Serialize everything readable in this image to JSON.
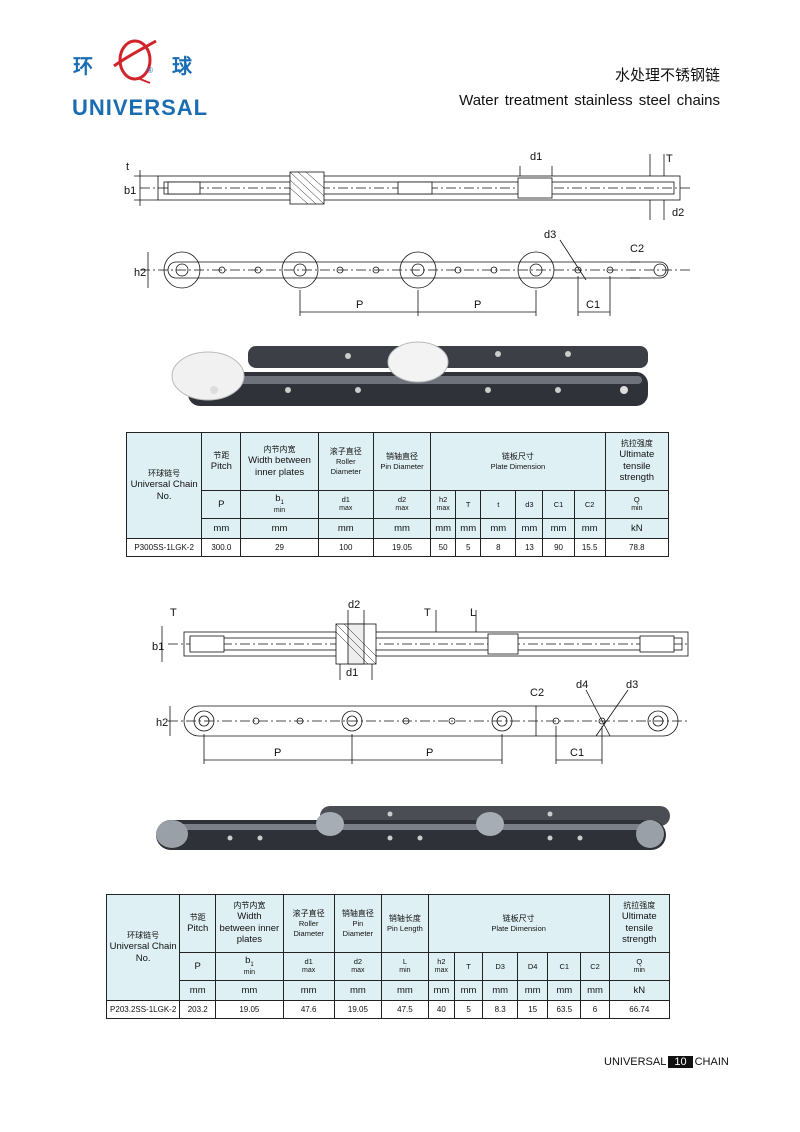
{
  "logo": {
    "cn_left": "环",
    "cn_right": "球",
    "en": "UNIVERSAL",
    "mark": "®"
  },
  "title": {
    "cn": "水处理不锈钢链",
    "en": "Water treatment stainless steel chains"
  },
  "drawing1": {
    "labels": {
      "t": "t",
      "b1": "b1",
      "d1": "d1",
      "T": "T",
      "d2": "d2",
      "d3": "d3",
      "C2": "C2",
      "h2": "h2",
      "P1": "P",
      "P2": "P",
      "C1": "C1"
    }
  },
  "table1": {
    "header": {
      "model_cn": "环球链号",
      "model_en": "Universal Chain No.",
      "pitch_cn": "节距",
      "pitch_en": "Pitch",
      "width_cn": "内节内宽",
      "width_en": "Width between inner plates",
      "roller_cn": "滚子直径",
      "roller_en": "Roller Diameter",
      "pin_cn": "销轴直径",
      "pin_en": "Pin Diameter",
      "plate_cn": "链板尺寸",
      "plate_en": "Plate Dimension",
      "strength_cn": "抗拉强度",
      "strength_en": "Ultimate tensile strength"
    },
    "symbols": {
      "P": "P",
      "b1": "b",
      "b1_sub": "1",
      "b1_note": "min",
      "d1": "d1",
      "d1_note": "max",
      "d2": "d2",
      "d2_note": "max",
      "h2": "h2",
      "h2_note": "max",
      "T": "T",
      "t": "t",
      "d3": "d3",
      "C1": "C1",
      "C2": "C2",
      "Q": "Q",
      "Q_note": "min"
    },
    "units": [
      "mm",
      "mm",
      "mm",
      "mm",
      "mm",
      "mm",
      "mm",
      "mm",
      "mm",
      "mm",
      "kN"
    ],
    "row": [
      "P300SS-1LGK-2",
      "300.0",
      "29",
      "100",
      "19.05",
      "50",
      "5",
      "8",
      "13",
      "90",
      "15.5",
      "78.8"
    ]
  },
  "drawing2": {
    "labels": {
      "d2": "d2",
      "T1": "T",
      "b1": "b1",
      "T2": "T",
      "L": "L",
      "d1": "d1",
      "C2": "C2",
      "d4": "d4",
      "d3": "d3",
      "h2": "h2",
      "P1": "P",
      "P2": "P",
      "C1": "C1"
    }
  },
  "table2": {
    "header": {
      "model_cn": "环球链号",
      "model_en": "Universal Chain No.",
      "pitch_cn": "节距",
      "pitch_en": "Pitch",
      "width_cn": "内节内宽",
      "width_en": "Width between inner plates",
      "roller_cn": "滚子直径",
      "roller_en": "Roller Diameter",
      "pin_cn": "销轴直径",
      "pin_en": "Pin Diameter",
      "pinlen_cn": "销轴长度",
      "pinlen_en": "Pin Length",
      "plate_cn": "链板尺寸",
      "plate_en": "Plate Dimension",
      "strength_cn": "抗拉强度",
      "strength_en": "Ultimate tensile strength"
    },
    "symbols": {
      "P": "P",
      "b1": "b",
      "b1_sub": "1",
      "b1_note": "min",
      "d1": "d1",
      "d1_note": "max",
      "d2": "d2",
      "d2_note": "max",
      "L": "L",
      "L_note": "min",
      "h2": "h2",
      "h2_note": "max",
      "T": "T",
      "D3": "D3",
      "D4": "D4",
      "C1": "C1",
      "C2": "C2",
      "Q": "Q",
      "Q_note": "min"
    },
    "units": [
      "mm",
      "mm",
      "mm",
      "mm",
      "mm",
      "mm",
      "mm",
      "mm",
      "mm",
      "mm",
      "mm",
      "kN"
    ],
    "row": [
      "P203.2SS-1LGK-2",
      "203.2",
      "19.05",
      "47.6",
      "19.05",
      "47.5",
      "40",
      "5",
      "8.3",
      "15",
      "63.5",
      "6",
      "66.74"
    ]
  },
  "footer": {
    "left": "UNIVERSAL",
    "page": "10",
    "right": "CHAIN"
  },
  "colors": {
    "brand_blue": "#1b6db3",
    "brand_red": "#d2232a",
    "table_header": "#dff0f4"
  }
}
